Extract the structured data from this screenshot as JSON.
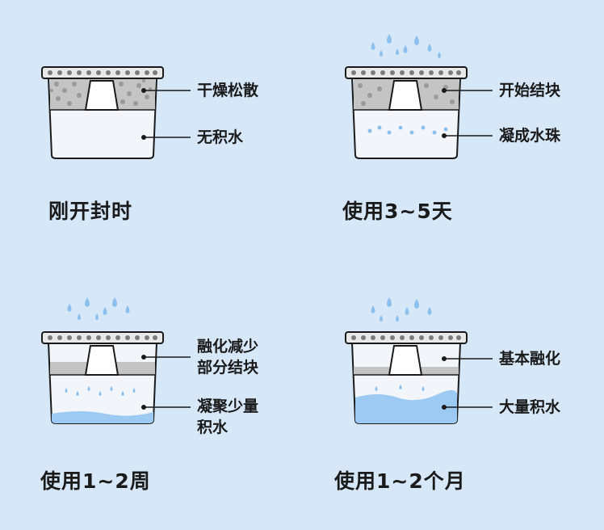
{
  "colors": {
    "background": "#d6e7f7",
    "water": "#9ccaf3",
    "drop": "#8cc0ee",
    "outline": "#1a1a1a",
    "desiccant": "#bfbfbf"
  },
  "stages": [
    {
      "caption": "刚开封时",
      "label_top": "干燥松散",
      "label_bottom": "无积水"
    },
    {
      "caption": "使用3~5天",
      "label_top": "开始结块",
      "label_bottom": "凝成水珠"
    },
    {
      "caption": "使用1~2周",
      "label_top_line1": "融化减少",
      "label_top_line2": "部分结块",
      "label_bottom_line1": "凝聚少量",
      "label_bottom_line2": "积水"
    },
    {
      "caption": "使用1~2个月",
      "label_top": "基本融化",
      "label_bottom": "大量积水"
    }
  ]
}
